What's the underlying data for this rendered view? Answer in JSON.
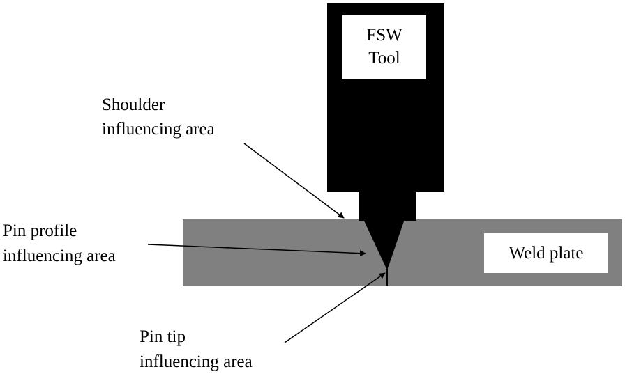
{
  "tool": {
    "line1": "FSW",
    "line2": "Tool"
  },
  "plate": {
    "label": "Weld plate"
  },
  "annotations": {
    "shoulder": {
      "line1": "Shoulder",
      "line2": "influencing area"
    },
    "pin_profile": {
      "line1": "Pin profile",
      "line2": "influencing area"
    },
    "pin_tip": {
      "line1": "Pin tip",
      "line2": "influencing area"
    }
  },
  "colors": {
    "tool": "#000000",
    "plate": "#808080",
    "label_box": "#ffffff",
    "text": "#000000",
    "arrow": "#000000"
  }
}
